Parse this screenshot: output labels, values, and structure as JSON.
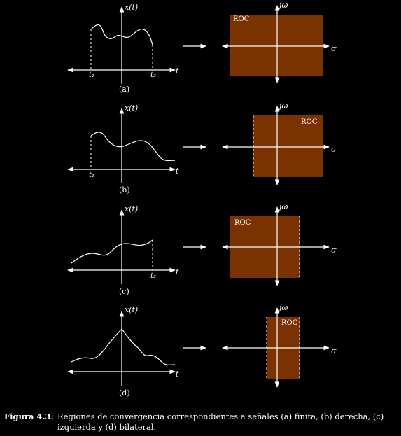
{
  "colors": {
    "roc_fill": "#7a3300",
    "line": "#ffffff",
    "background": "#000000"
  },
  "axis_labels": {
    "x_signal": "x(t)",
    "t": "t",
    "jw": "jω",
    "sigma": "σ"
  },
  "roc_label": "ROC",
  "panels": [
    {
      "id": "a",
      "label": "(a)",
      "type": "finite",
      "markers": [
        "t1",
        "t2"
      ],
      "roc_bounds": "none"
    },
    {
      "id": "b",
      "label": "(b)",
      "type": "right-sided",
      "markers": [
        "t1"
      ],
      "roc_bounds": "left"
    },
    {
      "id": "c",
      "label": "(c)",
      "type": "left-sided",
      "markers": [
        "t2"
      ],
      "roc_bounds": "right"
    },
    {
      "id": "d",
      "label": "(d)",
      "type": "two-sided",
      "markers": [],
      "roc_bounds": "both"
    }
  ],
  "marker_labels": {
    "t1": "t₁",
    "t2": "t₂"
  },
  "caption": {
    "label": "Figura 4.3:",
    "text": "Regiones de convergencia correspondientes a señales (a) finita, (b) derecha, (c) izquierda y (d) bilateral."
  }
}
